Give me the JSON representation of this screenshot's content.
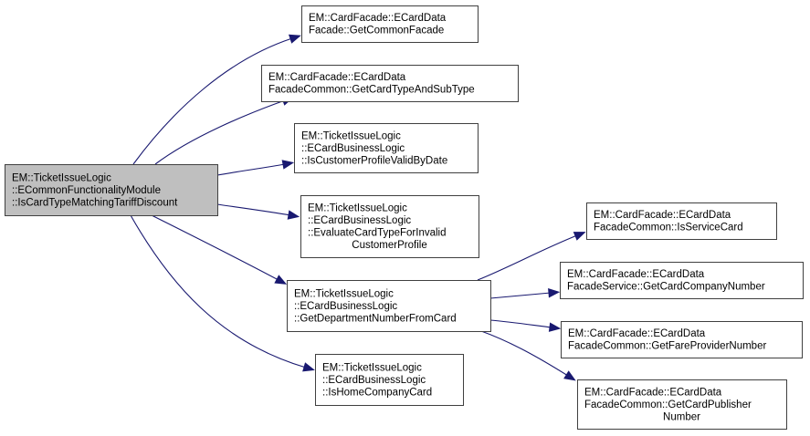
{
  "diagram": {
    "type": "call-graph",
    "edge_color": "#191970",
    "root_fill": "#bfbfbf",
    "nodes": [
      {
        "id": "root",
        "lines": [
          "EM::TicketIssueLogic",
          "::ECommonFunctionalityModule",
          "::IsCardTypeMatchingTariffDiscount"
        ],
        "highlighted": true
      },
      {
        "id": "n1",
        "lines": [
          "EM::CardFacade::ECardData",
          "Facade::GetCommonFacade"
        ]
      },
      {
        "id": "n2",
        "lines": [
          "EM::CardFacade::ECardData",
          "FacadeCommon::GetCardTypeAndSubType"
        ]
      },
      {
        "id": "n3",
        "lines": [
          "EM::TicketIssueLogic",
          "::ECardBusinessLogic",
          "::IsCustomerProfileValidByDate"
        ]
      },
      {
        "id": "n4",
        "lines": [
          "EM::TicketIssueLogic",
          "::ECardBusinessLogic",
          "::EvaluateCardTypeForInvalid",
          "CustomerProfile"
        ]
      },
      {
        "id": "n5",
        "lines": [
          "EM::TicketIssueLogic",
          "::ECardBusinessLogic",
          "::GetDepartmentNumberFromCard"
        ]
      },
      {
        "id": "n6",
        "lines": [
          "EM::TicketIssueLogic",
          "::ECardBusinessLogic",
          "::IsHomeCompanyCard"
        ]
      },
      {
        "id": "n7",
        "lines": [
          "EM::CardFacade::ECardData",
          "FacadeCommon::IsServiceCard"
        ]
      },
      {
        "id": "n8",
        "lines": [
          "EM::CardFacade::ECardData",
          "FacadeService::GetCardCompanyNumber"
        ]
      },
      {
        "id": "n9",
        "lines": [
          "EM::CardFacade::ECardData",
          "FacadeCommon::GetFareProviderNumber"
        ]
      },
      {
        "id": "n10",
        "lines": [
          "EM::CardFacade::ECardData",
          "FacadeCommon::GetCardPublisher",
          "Number"
        ]
      }
    ],
    "edges": [
      {
        "from": "root",
        "to": "n1"
      },
      {
        "from": "root",
        "to": "n2"
      },
      {
        "from": "root",
        "to": "n3"
      },
      {
        "from": "root",
        "to": "n4"
      },
      {
        "from": "root",
        "to": "n5"
      },
      {
        "from": "root",
        "to": "n6"
      },
      {
        "from": "n5",
        "to": "n7"
      },
      {
        "from": "n5",
        "to": "n8"
      },
      {
        "from": "n5",
        "to": "n9"
      },
      {
        "from": "n5",
        "to": "n10"
      }
    ]
  }
}
